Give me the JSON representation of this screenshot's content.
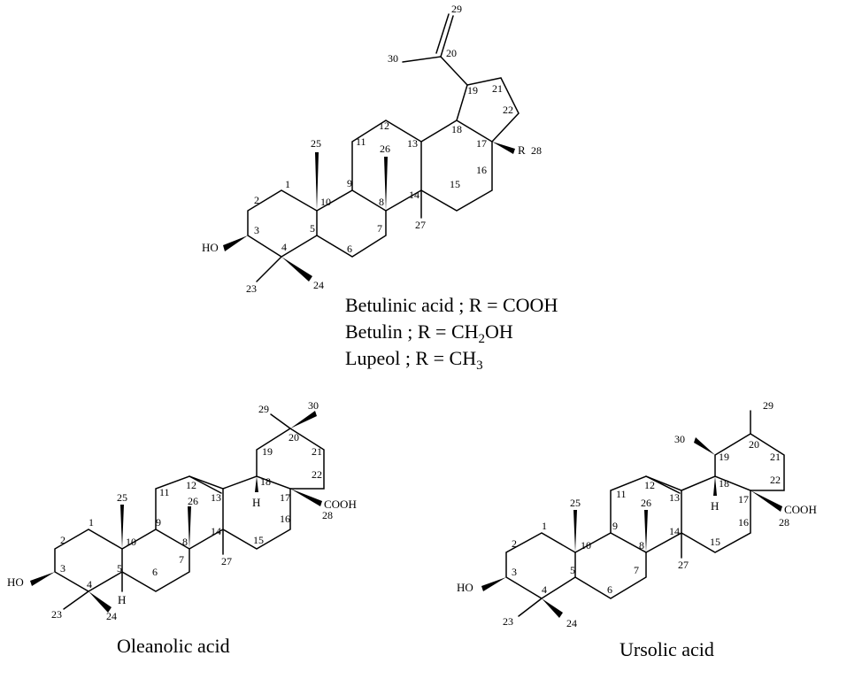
{
  "structures": {
    "lupane": {
      "atom_numbers": [
        "1",
        "2",
        "3",
        "4",
        "5",
        "6",
        "7",
        "8",
        "9",
        "10",
        "11",
        "12",
        "13",
        "14",
        "15",
        "16",
        "17",
        "18",
        "19",
        "20",
        "21",
        "22",
        "23",
        "24",
        "25",
        "26",
        "27",
        "28",
        "29",
        "30"
      ],
      "labels": {
        "hydroxyl": "HO",
        "r_group": "R"
      },
      "captions": {
        "betulinic": {
          "pre": "Betulinic acid ; R = ",
          "r": "COOH"
        },
        "betulin": {
          "pre": "Betulin ; R =  ",
          "r_a": "CH",
          "sub": "2",
          "r_b": "OH"
        },
        "lupeol": {
          "pre": "Lupeol ; R =  ",
          "r_a": "CH",
          "sub": "3"
        }
      }
    },
    "oleanane": {
      "atom_numbers": [
        "1",
        "2",
        "3",
        "4",
        "5",
        "6",
        "7",
        "8",
        "9",
        "10",
        "11",
        "12",
        "13",
        "14",
        "15",
        "16",
        "17",
        "18",
        "19",
        "20",
        "21",
        "22",
        "23",
        "24",
        "25",
        "26",
        "27",
        "28",
        "29",
        "30"
      ],
      "labels": {
        "hydroxyl": "HO",
        "h5": "H",
        "h18": "H",
        "acid": "COOH"
      },
      "title": "Oleanolic acid"
    },
    "ursane": {
      "atom_numbers": [
        "1",
        "2",
        "3",
        "4",
        "5",
        "6",
        "7",
        "8",
        "9",
        "10",
        "11",
        "12",
        "13",
        "14",
        "15",
        "16",
        "17",
        "18",
        "19",
        "20",
        "21",
        "22",
        "23",
        "24",
        "25",
        "26",
        "27",
        "28",
        "29",
        "30"
      ],
      "labels": {
        "hydroxyl": "HO",
        "h18": "H",
        "acid": "COOH"
      },
      "title": "Ursolic acid"
    }
  }
}
